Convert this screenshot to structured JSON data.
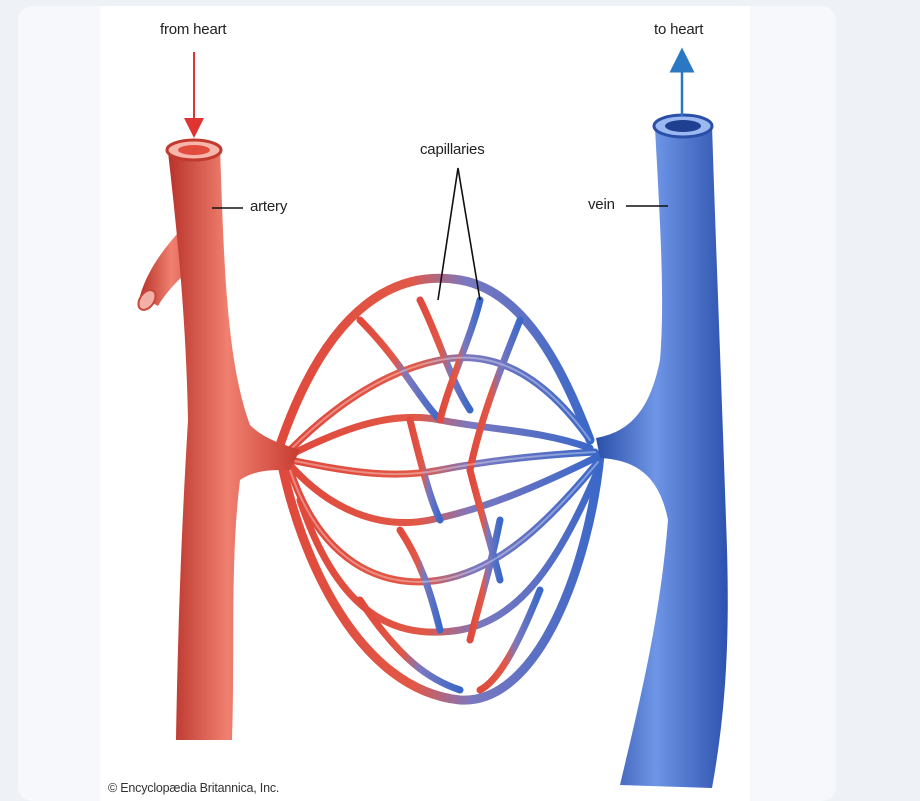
{
  "diagram": {
    "labels": {
      "from_heart": "from heart",
      "to_heart": "to heart",
      "capillaries": "capillaries",
      "artery": "artery",
      "vein": "vein"
    },
    "credit": "© Encyclopædia Britannica, Inc.",
    "colors": {
      "artery": "#e0493c",
      "vein": "#3b68c8",
      "arrow_in": "#e23333",
      "arrow_out": "#2a78c4"
    }
  }
}
